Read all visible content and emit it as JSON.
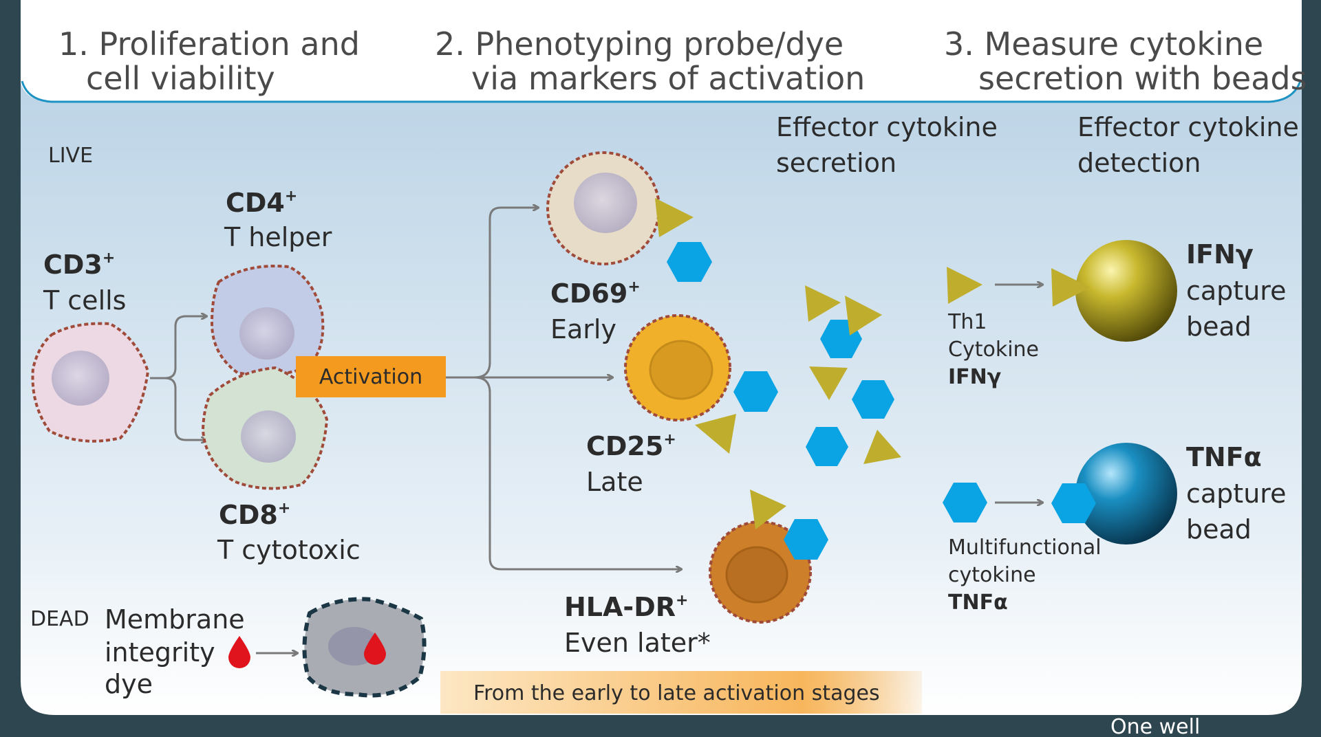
{
  "headers": {
    "step1": [
      "1. Proliferation and",
      "cell viability"
    ],
    "step2": [
      "2. Phenotyping probe/dye",
      "via markers of activation"
    ],
    "step3": [
      "3. Measure cytokine",
      "secretion with beads"
    ]
  },
  "labels": {
    "live": "LIVE",
    "dead": "DEAD",
    "cd3": {
      "name": "CD3",
      "sup": "+",
      "desc": "T cells"
    },
    "cd4": {
      "name": "CD4",
      "sup": "+",
      "desc": "T helper"
    },
    "cd8": {
      "name": "CD8",
      "sup": "+",
      "desc": "T cytotoxic"
    },
    "activation": "Activation",
    "cd69": {
      "name": "CD69",
      "sup": "+",
      "desc": "Early"
    },
    "cd25": {
      "name": "CD25",
      "sup": "+",
      "desc": "Late"
    },
    "hladr": {
      "name": "HLA-DR",
      "sup": "+",
      "desc": "Even later*"
    },
    "membrane": [
      "Membrane",
      "integrity",
      "dye"
    ],
    "stages": "From the early to late activation stages",
    "effector_secretion": [
      "Effector cytokine",
      "secretion"
    ],
    "effector_detection": [
      "Effector cytokine",
      "detection"
    ],
    "th1": [
      "Th1",
      "Cytokine",
      "IFNγ"
    ],
    "multi": [
      "Multifunctional",
      "cytokine",
      "TNFα"
    ],
    "ifn_bead": [
      "IFNγ",
      "capture",
      "bead"
    ],
    "tnf_bead": [
      "TNFα",
      "capture",
      "bead"
    ],
    "one_well": "One well"
  },
  "colors": {
    "frame": "#2e4650",
    "background_top": "#c9dcea",
    "background_bottom": "#ffffff",
    "activation_box": "#f39a1f",
    "triangle": "#bfae2e",
    "hexagon": "#0aa4e4",
    "dye_drop": "#e0141c"
  }
}
